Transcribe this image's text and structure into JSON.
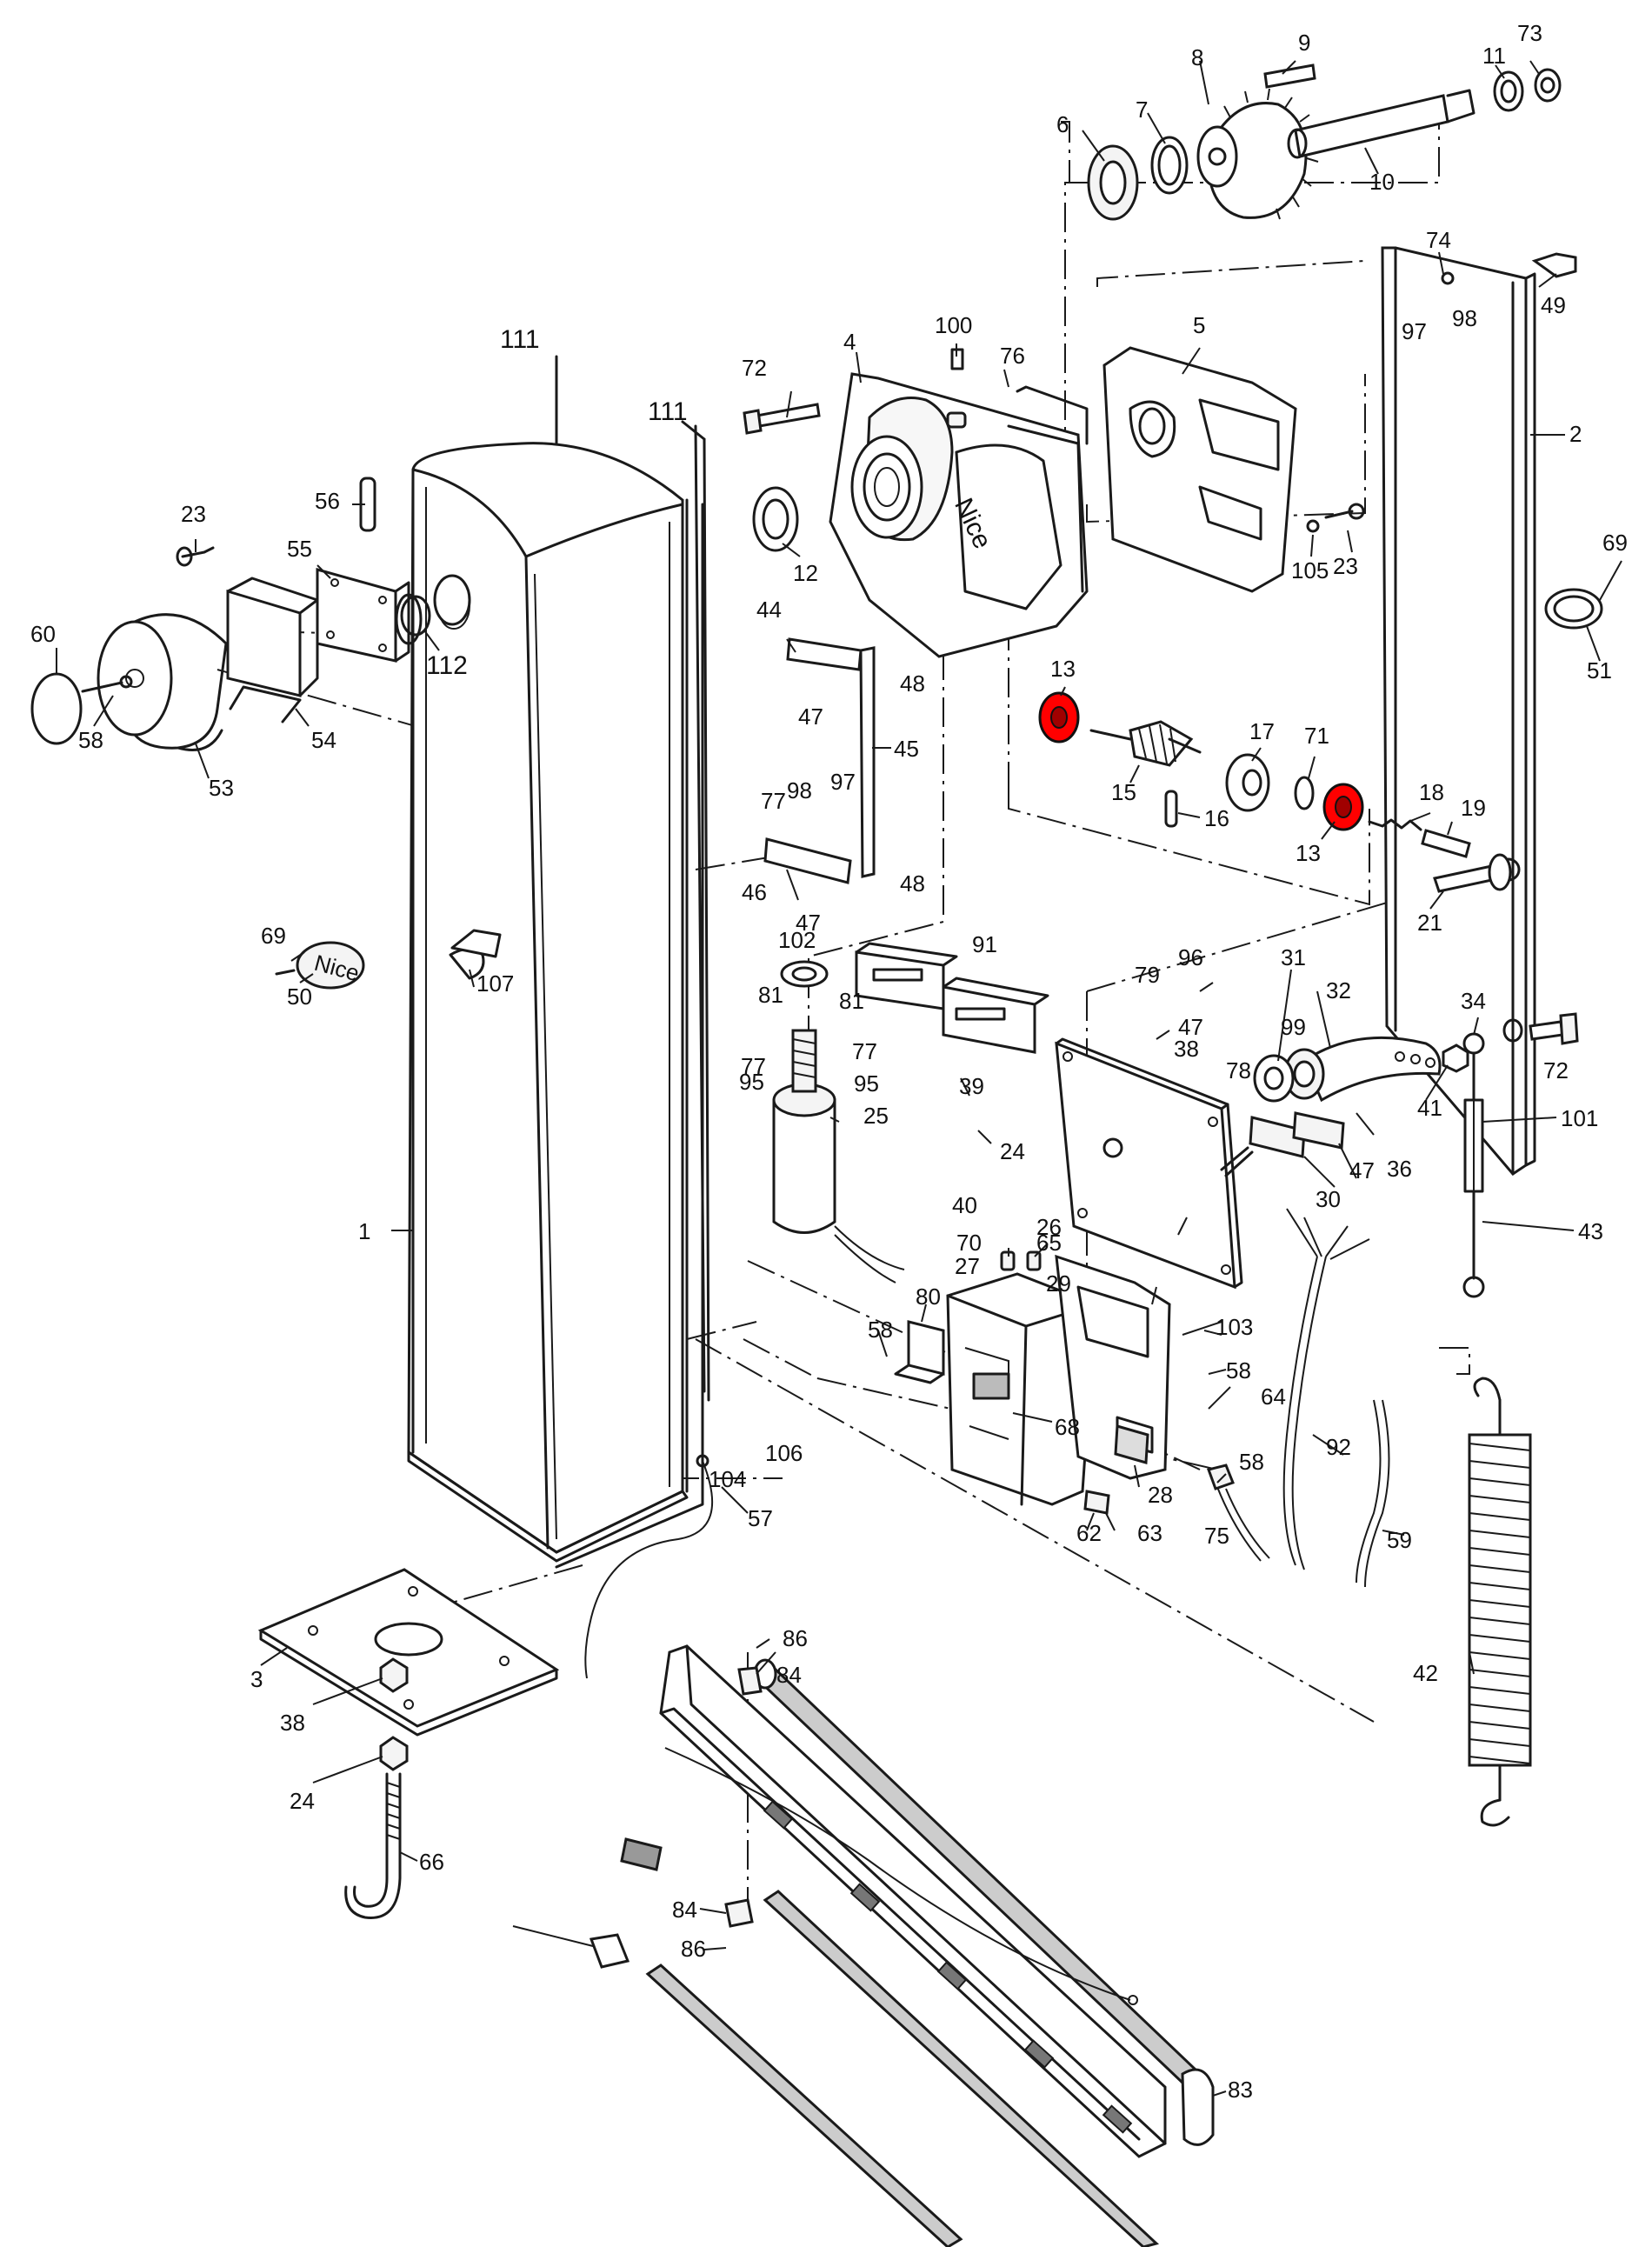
{
  "diagram": {
    "callouts": [
      {
        "id": "c9",
        "text": "9"
      },
      {
        "id": "c73",
        "text": "73"
      },
      {
        "id": "c8",
        "text": "8"
      },
      {
        "id": "c11",
        "text": "11"
      },
      {
        "id": "c6",
        "text": "6"
      },
      {
        "id": "c7",
        "text": "7"
      },
      {
        "id": "c10",
        "text": "10"
      },
      {
        "id": "c74",
        "text": "74"
      },
      {
        "id": "c49",
        "text": "49"
      },
      {
        "id": "c97a",
        "text": "97"
      },
      {
        "id": "c98a",
        "text": "98"
      },
      {
        "id": "c111a",
        "text": "111"
      },
      {
        "id": "c111b",
        "text": "111"
      },
      {
        "id": "c4",
        "text": "4"
      },
      {
        "id": "c100",
        "text": "100"
      },
      {
        "id": "c76",
        "text": "76"
      },
      {
        "id": "c72a",
        "text": "72"
      },
      {
        "id": "c5",
        "text": "5"
      },
      {
        "id": "c2",
        "text": "2"
      },
      {
        "id": "c56",
        "text": "56"
      },
      {
        "id": "c23a",
        "text": "23"
      },
      {
        "id": "c55",
        "text": "55"
      },
      {
        "id": "c12",
        "text": "12"
      },
      {
        "id": "c105",
        "text": "105"
      },
      {
        "id": "c23b",
        "text": "23"
      },
      {
        "id": "c69a",
        "text": "69"
      },
      {
        "id": "c60",
        "text": "60"
      },
      {
        "id": "c112",
        "text": "112"
      },
      {
        "id": "c58a",
        "text": "58"
      },
      {
        "id": "c54",
        "text": "54"
      },
      {
        "id": "c53",
        "text": "53"
      },
      {
        "id": "c44",
        "text": "44"
      },
      {
        "id": "c48a",
        "text": "48"
      },
      {
        "id": "c47a",
        "text": "47"
      },
      {
        "id": "c13a",
        "text": "13"
      },
      {
        "id": "c51",
        "text": "51"
      },
      {
        "id": "c45",
        "text": "45"
      },
      {
        "id": "c17",
        "text": "17"
      },
      {
        "id": "c71",
        "text": "71"
      },
      {
        "id": "c15",
        "text": "15"
      },
      {
        "id": "c16",
        "text": "16"
      },
      {
        "id": "c18",
        "text": "18"
      },
      {
        "id": "c19",
        "text": "19"
      },
      {
        "id": "c13b",
        "text": "13"
      },
      {
        "id": "c77a",
        "text": "77"
      },
      {
        "id": "c98b",
        "text": "98"
      },
      {
        "id": "c97b",
        "text": "97"
      },
      {
        "id": "c46",
        "text": "46"
      },
      {
        "id": "c48b",
        "text": "48"
      },
      {
        "id": "c47b",
        "text": "47"
      },
      {
        "id": "c21",
        "text": "21"
      },
      {
        "id": "c69b",
        "text": "69"
      },
      {
        "id": "c50",
        "text": "50"
      },
      {
        "id": "c107",
        "text": "107"
      },
      {
        "id": "c102",
        "text": "102"
      },
      {
        "id": "c91",
        "text": "91"
      },
      {
        "id": "c96",
        "text": "96"
      },
      {
        "id": "c79",
        "text": "79"
      },
      {
        "id": "c31",
        "text": "31"
      },
      {
        "id": "c32",
        "text": "32"
      },
      {
        "id": "c34",
        "text": "34"
      },
      {
        "id": "c47c",
        "text": "47"
      },
      {
        "id": "c99",
        "text": "99"
      },
      {
        "id": "c72b",
        "text": "72"
      },
      {
        "id": "c81a",
        "text": "81"
      },
      {
        "id": "c81b",
        "text": "81"
      },
      {
        "id": "c38a",
        "text": "38"
      },
      {
        "id": "c78",
        "text": "78"
      },
      {
        "id": "c77b",
        "text": "77"
      },
      {
        "id": "c77c",
        "text": "77"
      },
      {
        "id": "c95a",
        "text": "95"
      },
      {
        "id": "c95b",
        "text": "95"
      },
      {
        "id": "c41",
        "text": "41"
      },
      {
        "id": "c101",
        "text": "101"
      },
      {
        "id": "c39",
        "text": "39"
      },
      {
        "id": "c25",
        "text": "25"
      },
      {
        "id": "c47d",
        "text": "47"
      },
      {
        "id": "c36",
        "text": "36"
      },
      {
        "id": "c24a",
        "text": "24"
      },
      {
        "id": "c30",
        "text": "30"
      },
      {
        "id": "c40",
        "text": "40"
      },
      {
        "id": "c43",
        "text": "43"
      },
      {
        "id": "c1",
        "text": "1"
      },
      {
        "id": "c26",
        "text": "26"
      },
      {
        "id": "c70",
        "text": "70"
      },
      {
        "id": "c65",
        "text": "65"
      },
      {
        "id": "c27",
        "text": "27"
      },
      {
        "id": "c29",
        "text": "29"
      },
      {
        "id": "c80",
        "text": "80"
      },
      {
        "id": "c103",
        "text": "103"
      },
      {
        "id": "c58b",
        "text": "58"
      },
      {
        "id": "c58c",
        "text": "58"
      },
      {
        "id": "c64",
        "text": "64"
      },
      {
        "id": "c68",
        "text": "68"
      },
      {
        "id": "c106",
        "text": "106"
      },
      {
        "id": "c104",
        "text": "104"
      },
      {
        "id": "c58d",
        "text": "58"
      },
      {
        "id": "c92",
        "text": "92"
      },
      {
        "id": "c28",
        "text": "28"
      },
      {
        "id": "c57",
        "text": "57"
      },
      {
        "id": "c62",
        "text": "62"
      },
      {
        "id": "c63",
        "text": "63"
      },
      {
        "id": "c75",
        "text": "75"
      },
      {
        "id": "c59",
        "text": "59"
      },
      {
        "id": "c3",
        "text": "3"
      },
      {
        "id": "c86a",
        "text": "86"
      },
      {
        "id": "c38b",
        "text": "38"
      },
      {
        "id": "c84a",
        "text": "84"
      },
      {
        "id": "c42",
        "text": "42"
      },
      {
        "id": "c24b",
        "text": "24"
      },
      {
        "id": "c66",
        "text": "66"
      },
      {
        "id": "c84b",
        "text": "84"
      },
      {
        "id": "c86b",
        "text": "86"
      },
      {
        "id": "c83",
        "text": "83"
      }
    ],
    "logos": {
      "motor_cover": "Nice",
      "badge": "Nice"
    },
    "colors": {
      "line": "#1a1a1a",
      "highlight": "#ff0000",
      "background": "#ffffff"
    }
  }
}
